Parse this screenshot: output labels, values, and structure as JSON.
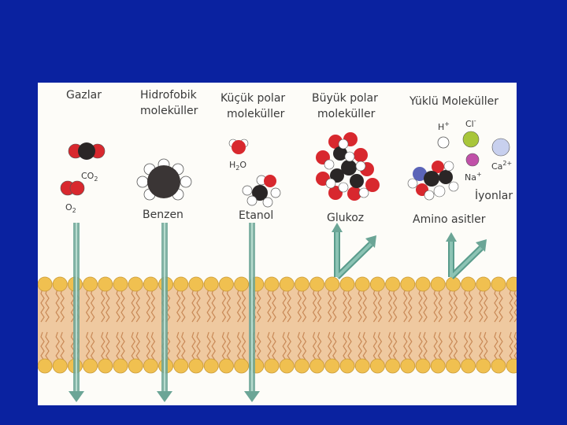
{
  "slide": {
    "background": "#0a22a0"
  },
  "figure": {
    "columns": [
      {
        "heading": [
          "Gazlar"
        ],
        "molecules": [
          "CO2",
          "O2"
        ],
        "crosses": true
      },
      {
        "heading": [
          "Hidrofobik",
          "moleküller"
        ],
        "molecules": [
          "Benzen"
        ],
        "crosses": true
      },
      {
        "heading": [
          "Küçük polar",
          "moleküller"
        ],
        "molecules": [
          "H2O",
          "Etanol"
        ],
        "crosses": true
      },
      {
        "heading": [
          "Büyük polar",
          "moleküller"
        ],
        "molecules": [
          "Glukoz"
        ],
        "crosses": false
      },
      {
        "heading": [
          "Yüklü Moleküller"
        ],
        "molecules": [
          "Amino asitler",
          "İyonlar"
        ],
        "crosses": false
      }
    ],
    "labels": {
      "gazlar": "Gazlar",
      "hidro_1": "Hidrofobik",
      "hidro_2": "moleküller",
      "kucuk_1": "Küçük polar",
      "kucuk_2": "moleküller",
      "buyuk_1": "Büyük polar",
      "buyuk_2": "moleküller",
      "yuklu": "Yüklü Moleküller",
      "co2": "CO",
      "co2_sub": "2",
      "o2": "O",
      "o2_sub": "2",
      "benzen": "Benzen",
      "h2o_h": "H",
      "h2o_sub": "2",
      "h2o_o": "O",
      "etanol": "Etanol",
      "glukoz": "Glukoz",
      "amino": "Amino asitler",
      "h_ion": "H",
      "h_ion_sup": "+",
      "cl_ion": "Cl",
      "cl_ion_sup": "-",
      "na_ion": "Na",
      "na_ion_sup": "+",
      "ca_ion": "Ca",
      "ca_ion_sup": "2+",
      "iyonlar": "İyonlar"
    },
    "colors": {
      "oxygen": "#d8282e",
      "carbon": "#2a2626",
      "hydrogen": "#ffffff",
      "nitrogen": "#5b64b8",
      "arrow": "#6ba596",
      "lipid_head": "#f0c050",
      "lipid_tail": "#e6a56a",
      "cl": "#a8c63a",
      "na": "#c050a8",
      "ca": "#c8d0ee"
    }
  }
}
